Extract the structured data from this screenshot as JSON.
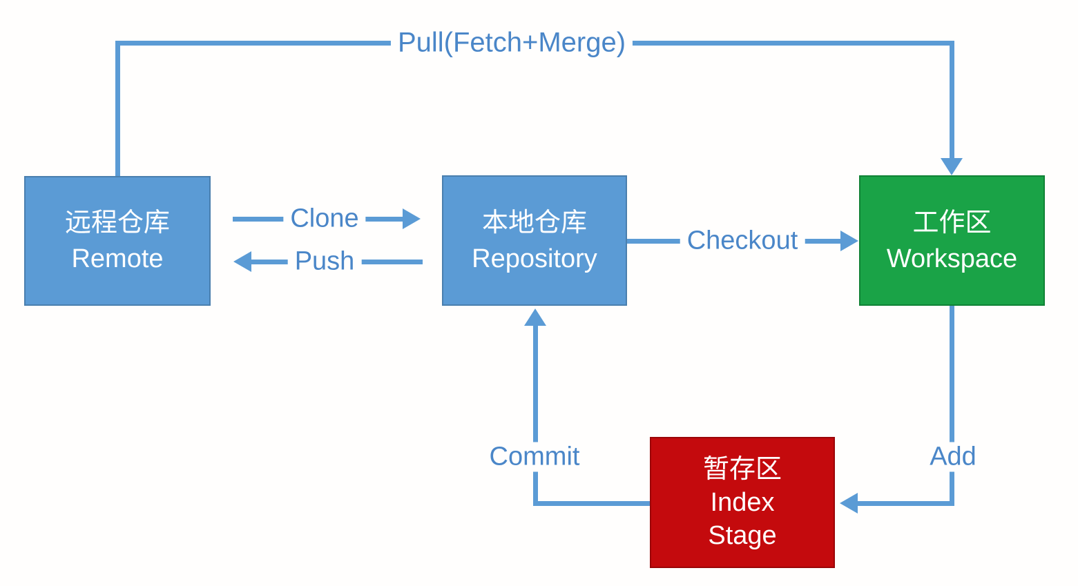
{
  "diagram": {
    "nodes": {
      "remote": {
        "line1": "远程仓库",
        "line2": "Remote",
        "color": "#5b9bd5"
      },
      "repository": {
        "line1": "本地仓库",
        "line2": "Repository",
        "color": "#5b9bd5"
      },
      "workspace": {
        "line1": "工作区",
        "line2": "Workspace",
        "color": "#1aa347"
      },
      "index": {
        "line1": "暂存区",
        "line2": "Index",
        "line3": "Stage",
        "color": "#c40a0d"
      }
    },
    "edges": {
      "pull": {
        "label": "Pull(Fetch+Merge)",
        "from": "remote",
        "to": "workspace"
      },
      "clone": {
        "label": "Clone",
        "from": "remote",
        "to": "repository"
      },
      "push": {
        "label": "Push",
        "from": "repository",
        "to": "remote"
      },
      "checkout": {
        "label": "Checkout",
        "from": "repository",
        "to": "workspace"
      },
      "commit": {
        "label": "Commit",
        "from": "index",
        "to": "repository"
      },
      "add": {
        "label": "Add",
        "from": "workspace",
        "to": "index"
      }
    },
    "colors": {
      "connector": "#5b9bd5",
      "edge_label_text": "#4a86c8",
      "node_text": "#ffffff",
      "background": "#fffefd"
    }
  }
}
